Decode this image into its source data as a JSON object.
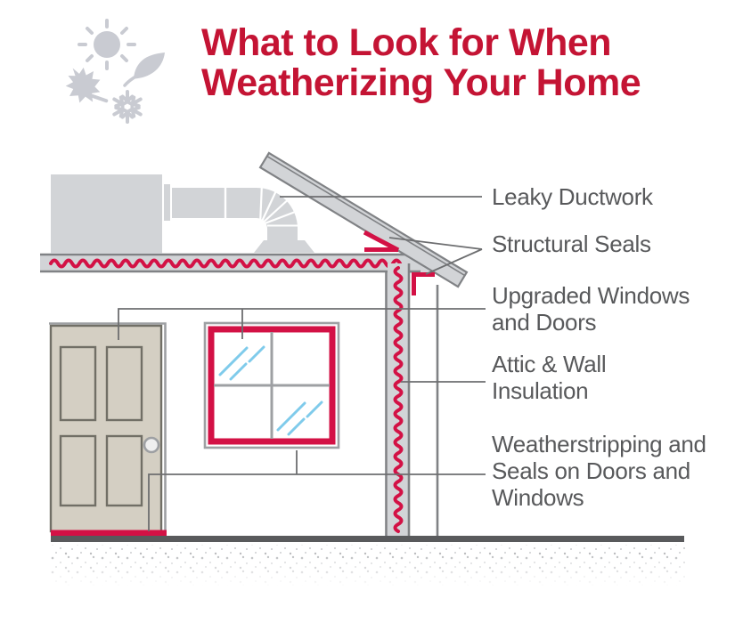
{
  "title": {
    "line1": "What to Look for When",
    "line2": "Weatherizing Your Home",
    "full": "What to Look for When Weatherizing Your Home"
  },
  "season_icons": [
    "sun",
    "leaf",
    "maple-leaf",
    "snowflake"
  ],
  "labels": {
    "leaky_ductwork": "Leaky Ductwork",
    "structural_seals": "Structural Seals",
    "upgraded_windows": "Upgraded Windows and Doors",
    "attic_insulation": "Attic & Wall Insulation",
    "weatherstripping": "Weatherstripping and Seals on Doors and Windows"
  },
  "colors": {
    "title_red": "#c41434",
    "accent_red": "#d31145",
    "structure_gray": "#d2d4d7",
    "line_gray": "#808285",
    "label_gray": "#58595b",
    "leader_gray": "#6d6e70",
    "door_tan": "#d4cfc3",
    "door_line": "#716f66",
    "frame_gray": "#9ea0a3",
    "glass_blue": "#7fcbeb",
    "icon_gray": "#c9cbd2",
    "floor_dark": "#595a5c"
  }
}
